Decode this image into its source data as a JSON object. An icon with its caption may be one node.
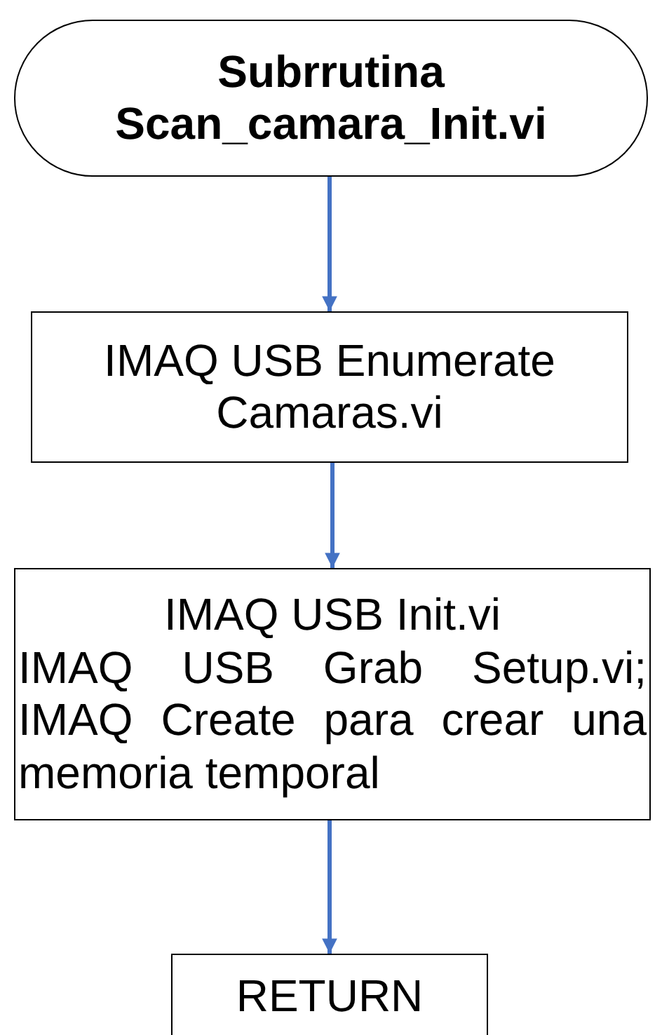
{
  "diagram": {
    "nodes": [
      {
        "text": [
          "Subrrutina Scan_camara_Init.vi"
        ]
      },
      {
        "text": [
          "IMAQ USB Enumerate Camaras.vi"
        ]
      },
      {
        "text": [
          "IMAQ USB Init.vi",
          "IMAQ USB Grab Setup.vi; IMAQ Create para crear una memoria temporal"
        ]
      },
      {
        "text": [
          "RETURN"
        ]
      }
    ],
    "edges": [
      {
        "from": 0,
        "to": 1,
        "arrow": "to"
      },
      {
        "from": 1,
        "to": 2,
        "arrow": "to"
      },
      {
        "from": 2,
        "to": 3,
        "arrow": "to"
      }
    ]
  }
}
